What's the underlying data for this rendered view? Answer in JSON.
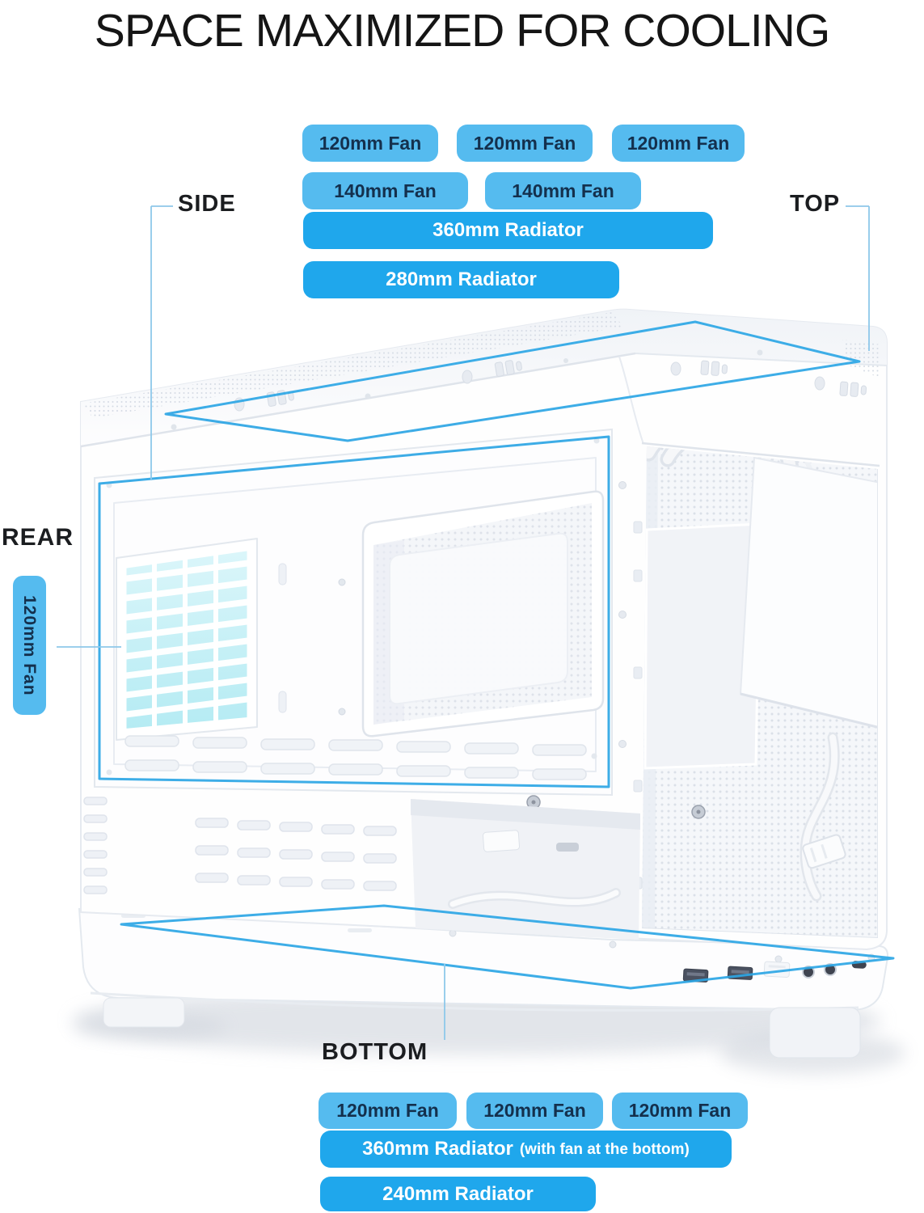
{
  "title": "SPACE MAXIMIZED FOR COOLING",
  "labels": {
    "side": "SIDE",
    "top": "TOP",
    "rear": "REAR",
    "bottom": "BOTTOM"
  },
  "top_cooling": {
    "fans_120": [
      "120mm Fan",
      "120mm Fan",
      "120mm Fan"
    ],
    "fans_140": [
      "140mm Fan",
      "140mm Fan"
    ],
    "radiators": [
      "360mm Radiator",
      "280mm Radiator"
    ]
  },
  "rear_cooling": {
    "fan": "120mm Fan"
  },
  "bottom_cooling": {
    "fans_120": [
      "120mm Fan",
      "120mm Fan",
      "120mm Fan"
    ],
    "radiator_360": "360mm Radiator",
    "radiator_360_note": "(with fan at the bottom)",
    "radiator_240": "240mm Radiator"
  },
  "colors": {
    "fan_badge_bg": "#55BBEF",
    "fan_badge_text": "#14304D",
    "radiator_badge_bg": "#1FA7EC",
    "radiator_badge_text": "#FFFFFF",
    "highlight_outline": "#2DA6E5",
    "connector_line": "#8EC8EA",
    "grille_highlight": "#BFEEF5"
  }
}
